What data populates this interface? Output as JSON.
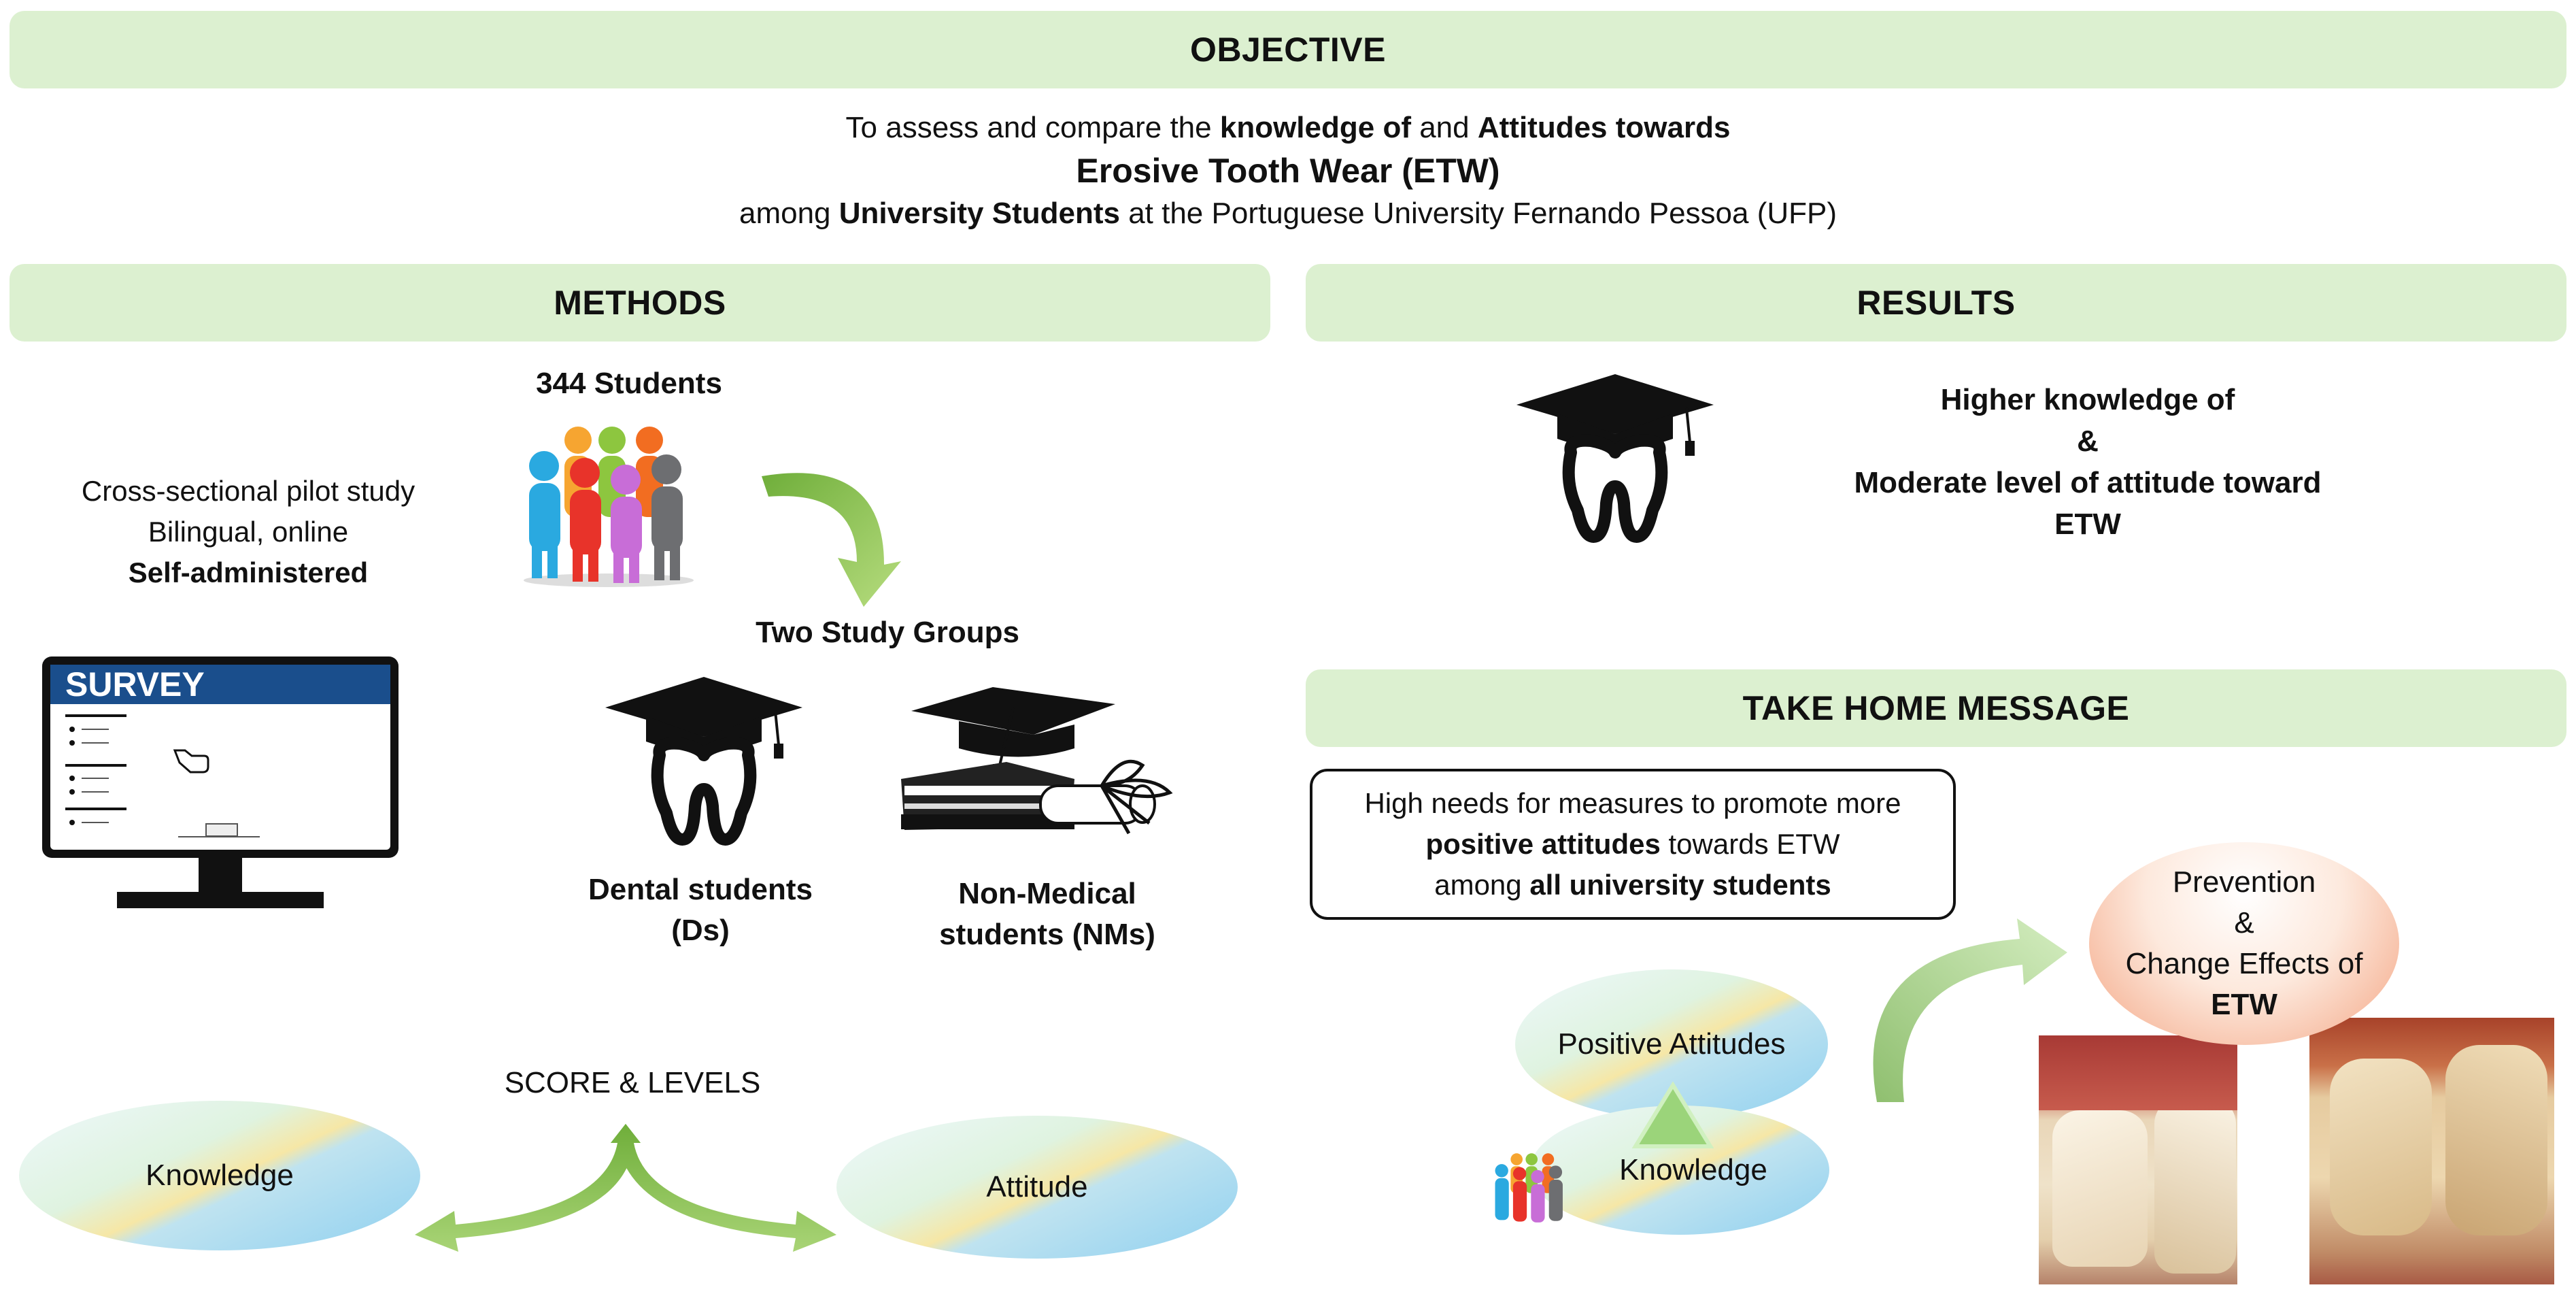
{
  "objective": {
    "heading": "OBJECTIVE",
    "line1_a": "To assess and compare the ",
    "line1_b": "knowledge of",
    "line1_c": " and ",
    "line1_d": "Attitudes towards",
    "line2": "Erosive Tooth Wear (ETW)",
    "line3_a": "among ",
    "line3_b": "University Students",
    "line3_c": " at the Portuguese University Fernando Pessoa (UFP)"
  },
  "methods": {
    "heading": "METHODS",
    "students_count": "344 Students",
    "design_line1": "Cross-sectional pilot study",
    "design_line2": "Bilingual, online",
    "design_line3": "Self-administered",
    "survey_label": "SURVEY",
    "groups_title": "Two Study Groups",
    "group1_line1": "Dental students",
    "group1_line2": "(Ds)",
    "group2_line1": "Non-Medical",
    "group2_line2": "students (NMs)",
    "score_title": "SCORE & LEVELS",
    "knowledge_label": "Knowledge",
    "attitude_label": "Attitude"
  },
  "results": {
    "heading": "RESULTS",
    "line1": "Higher knowledge of",
    "line2": "&",
    "line3": "Moderate level of attitude toward",
    "line4": "ETW"
  },
  "take_home": {
    "heading": "TAKE HOME MESSAGE",
    "msg_line1": "High needs for measures to promote more",
    "msg_line2_a": "positive attitudes",
    "msg_line2_b": " towards ETW",
    "msg_line3_a": "among ",
    "msg_line3_b": "all university students",
    "positive_attitudes": "Positive Attitudes",
    "knowledge": "Knowledge",
    "bubble_line1": "Prevention",
    "bubble_line2": "&",
    "bubble_line3": "Change Effects of",
    "bubble_line4": "ETW"
  },
  "colors": {
    "band_green": "#dcf0d0",
    "arrow_green": "#7dbb42",
    "survey_blue": "#1a4e8c"
  },
  "icons": [
    "people-group-icon",
    "curved-arrow-icon",
    "computer-survey-icon",
    "graduation-tooth-icon",
    "graduation-books-icon",
    "triangle-up-icon"
  ]
}
